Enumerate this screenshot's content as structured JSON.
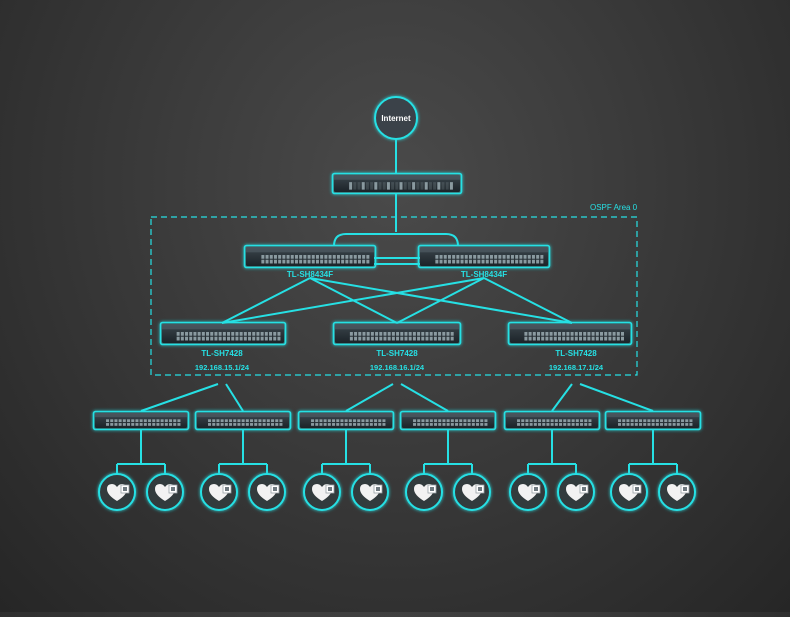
{
  "colors": {
    "accent": "#26e0e4",
    "device_body": "#2a3238",
    "device_face": "#1c2227",
    "port": "#8a9aa0",
    "background_center": "#4a4a4a",
    "background_edge": "#262626"
  },
  "internet": {
    "label": "Internet"
  },
  "core_router": {
    "icon": "router-icon"
  },
  "area": {
    "label": "OSPF Area 0"
  },
  "core_switches": [
    {
      "model": "TL-SH8434F"
    },
    {
      "model": "TL-SH8434F"
    }
  ],
  "aggregation_switches": [
    {
      "model": "TL-SH7428",
      "subnet": "192.168.15.1/24"
    },
    {
      "model": "TL-SH7428",
      "subnet": "192.168.16.1/24"
    },
    {
      "model": "TL-SH7428",
      "subnet": "192.168.17.1/24"
    }
  ],
  "access_switch_count": 6,
  "endpoint_icon": "wireless-access-point-icon"
}
